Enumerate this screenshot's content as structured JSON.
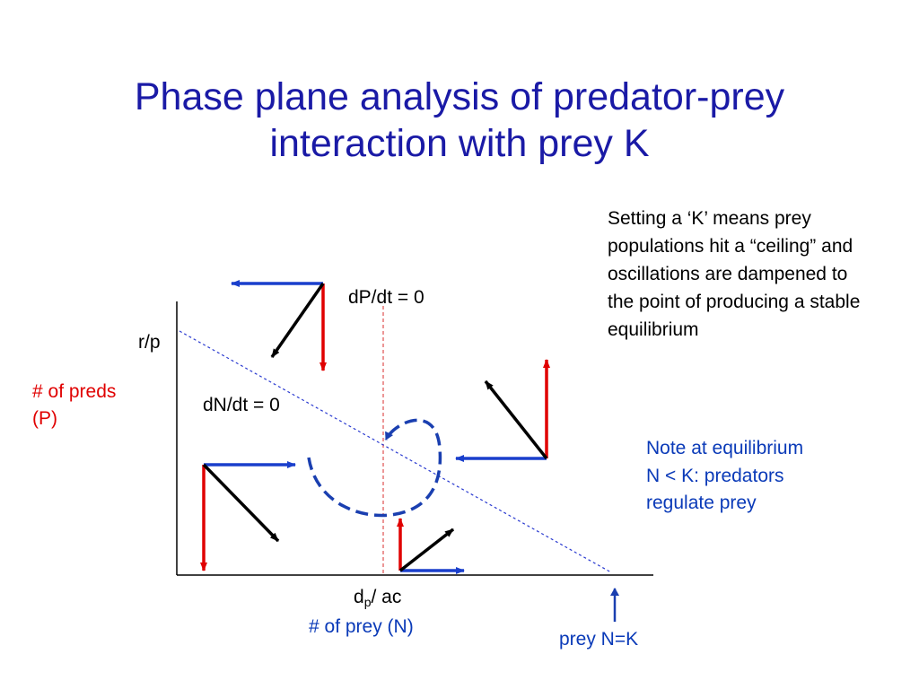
{
  "title": {
    "line1": "Phase plane analysis of predator-prey",
    "line2": "interaction with prey K"
  },
  "axes": {
    "y_label": "# of preds (P)",
    "y_label_line1": "# of preds",
    "y_label_line2": "(P)",
    "x_label": "# of prey (N)",
    "y_intercept_label": "r/p",
    "x_tick_main": "d",
    "x_tick_sub": "p",
    "x_tick_rest": "/ ac"
  },
  "isoclines": {
    "predator_label": "dP/dt = 0",
    "prey_label": "dN/dt = 0"
  },
  "carrying_capacity_label": "prey N=K",
  "notes": {
    "k_note": "Setting a ‘K’ means prey populations hit a “ceiling” and oscillations are dampened to the point of producing a stable equilibrium",
    "equilibrium_note_line1": "Note at equilibrium",
    "equilibrium_note_line2": "N < K: predators",
    "equilibrium_note_line3": "regulate prey"
  },
  "colors": {
    "title": "#1a1aa6",
    "prey_vector": "#1a3fcc",
    "predator_vector": "#e00000",
    "resultant_vector": "#000000",
    "trajectory": "#1a3fb0",
    "predator_isocline": "#e05050",
    "prey_isocline": "#2a3ad0"
  },
  "icons": {
    "arrowhead": "triangle-arrowhead-icon",
    "pointer": "up-arrow-icon"
  }
}
